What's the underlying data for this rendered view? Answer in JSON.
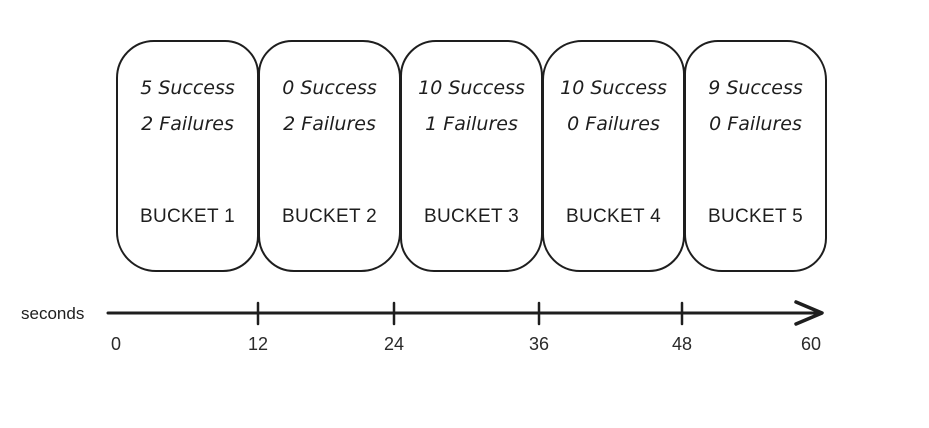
{
  "buckets": [
    {
      "name": "BUCKET 1",
      "success": "5 Success",
      "failures": "2 Failures"
    },
    {
      "name": "BUCKET 2",
      "success": "0 Success",
      "failures": "2 Failures"
    },
    {
      "name": "BUCKET 3",
      "success": "10 Success",
      "failures": "1 Failures"
    },
    {
      "name": "BUCKET 4",
      "success": "10 Success",
      "failures": "0 Failures"
    },
    {
      "name": "BUCKET 5",
      "success": "9 Success",
      "failures": "0 Failures"
    }
  ],
  "axis": {
    "label": "seconds",
    "ticks": [
      "0",
      "12",
      "24",
      "36",
      "48",
      "60"
    ]
  },
  "colors": {
    "ink": "#1e1e1e",
    "background": "#ffffff"
  }
}
